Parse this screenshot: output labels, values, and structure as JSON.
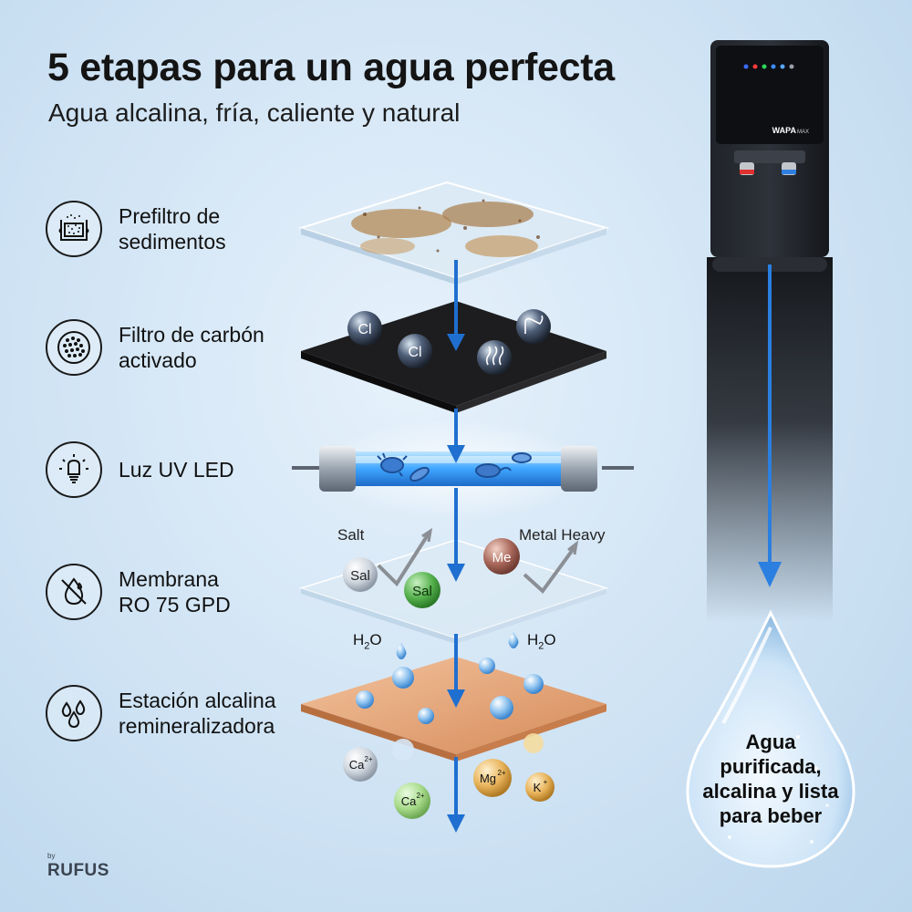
{
  "header": {
    "title": "5 etapas para un agua perfecta",
    "subtitle": "Agua alcalina, fría, caliente y natural"
  },
  "stages": [
    {
      "icon": "sediment-filter-icon",
      "line1": "Prefiltro de",
      "line2": "sedimentos"
    },
    {
      "icon": "carbon-filter-icon",
      "line1": "Filtro de carbón",
      "line2": "activado"
    },
    {
      "icon": "uv-bulb-icon",
      "line1": "Luz UV LED",
      "line2": ""
    },
    {
      "icon": "no-drop-icon",
      "line1": "Membrana",
      "line2": "RO 75 GPD"
    },
    {
      "icon": "drops-icon",
      "line1": "Estación alcalina",
      "line2": "remineralizadora"
    }
  ],
  "carbon_particles": [
    "Cl",
    "Cl"
  ],
  "ro": {
    "salt_caption": "Salt",
    "metal_caption": "Metal Heavy",
    "salt_label": "Sal",
    "metal_label": "Me",
    "water_left": "H",
    "water_sub": "2",
    "water_right": "O"
  },
  "minerals": [
    {
      "base": "Ca",
      "sup": "2+"
    },
    {
      "base": "Ca",
      "sup": "2+"
    },
    {
      "base": "Mg",
      "sup": "2+"
    },
    {
      "base": "K",
      "sup": "+"
    }
  ],
  "dispenser": {
    "brand": "WAPA",
    "model": "MAX"
  },
  "drop": {
    "line1": "Agua",
    "line2": "purificada,",
    "line3": "alcalina y lista",
    "line4": "para beber"
  },
  "footer": {
    "brand_prefix": "by",
    "brand": "RUFUS"
  },
  "colors": {
    "arrow": "#1f6fd0",
    "accent_blue": "#2a7fe0",
    "carbon": "#1d1d1f",
    "copper": "#e3a275",
    "text": "#141414"
  }
}
